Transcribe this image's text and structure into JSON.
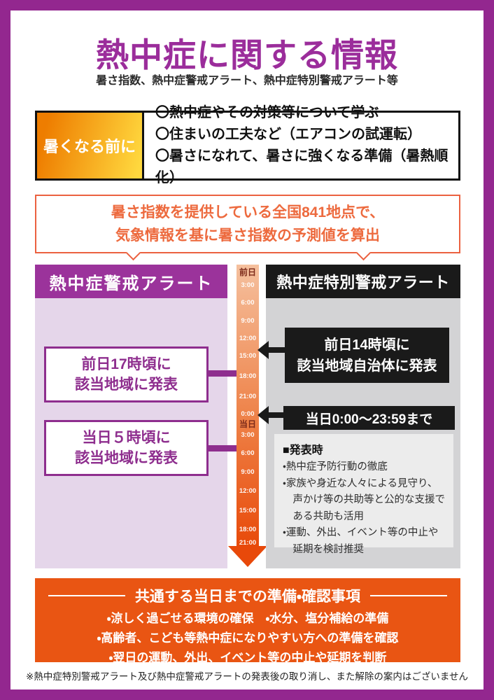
{
  "page": {
    "title": "熱中症に関する情報",
    "subtitle": "暑さ指数、熱中症警戒アラート、熱中症特別警戒アラート等",
    "footnote": "※熱中症特別警戒アラート及び熱中症警戒アラートの発表後の取り消し、また解除の案内はございません"
  },
  "before_summer": {
    "label": "暑くなる前に",
    "items": [
      "〇熱中症やその対策等について学ぶ",
      "〇住まいの工夫など（エアコンの試運転）",
      "〇暑さになれて、暑さに強くなる準備（暑熱順化）"
    ]
  },
  "callout": {
    "line1": "暑さ指数を提供している全国841地点で、",
    "line2": "気象情報を基に暑さ指数の予測値を算出"
  },
  "alert": {
    "header": "熱中症警戒アラート",
    "box1": [
      "前日17時頃に",
      "該当地域に発表"
    ],
    "box2": [
      "当日５時頃に",
      "該当地域に発表"
    ]
  },
  "special": {
    "header": "熱中症特別警戒アラート",
    "box1": [
      "前日14時頃に",
      "該当地域自治体に発表"
    ],
    "box2": "当日0:00～23:59まで",
    "when_title": "■発表時",
    "when_items": [
      "・熱中症予防行動の徹底",
      "・家族や身近な人々による見守り、声かけ等の共助等と公的な支援である共助も活用",
      "・運動、外出、イベント等の中止や延期を検討推奨"
    ]
  },
  "timeline": {
    "day_before": "前日",
    "day_of": "当日",
    "times_before": [
      "3:00",
      "6:00",
      "9:00",
      "12:00",
      "15:00",
      "18:00",
      "21:00",
      "0:00"
    ],
    "times_after": [
      "3:00",
      "6:00",
      "9:00",
      "12:00",
      "15:00",
      "18:00",
      "21:00"
    ]
  },
  "common": {
    "title": "共通する当日までの準備・確認事項",
    "items": [
      "・涼しく過ごせる環境の確保　・水分、塩分補給の準備",
      "・高齢者、こども等熱中症になりやすい方への準備を確認",
      "・翌日の運動、外出、イベント等の中止や延期を判断"
    ]
  },
  "colors": {
    "frame_purple": "#93278F",
    "title_purple": "#9B2D9B",
    "header_purple": "#9B339B",
    "panel_lavender": "#E5D6EA",
    "panel_gray": "#D3D3D5",
    "black": "#1A1A1A",
    "orange": "#E95513",
    "callout_orange": "#EB6140",
    "strip_top": "#F5C09E",
    "strip_bottom": "#E84A0A",
    "label_gradient_left": "#EE7D00",
    "label_gradient_right": "#FFD83E"
  }
}
